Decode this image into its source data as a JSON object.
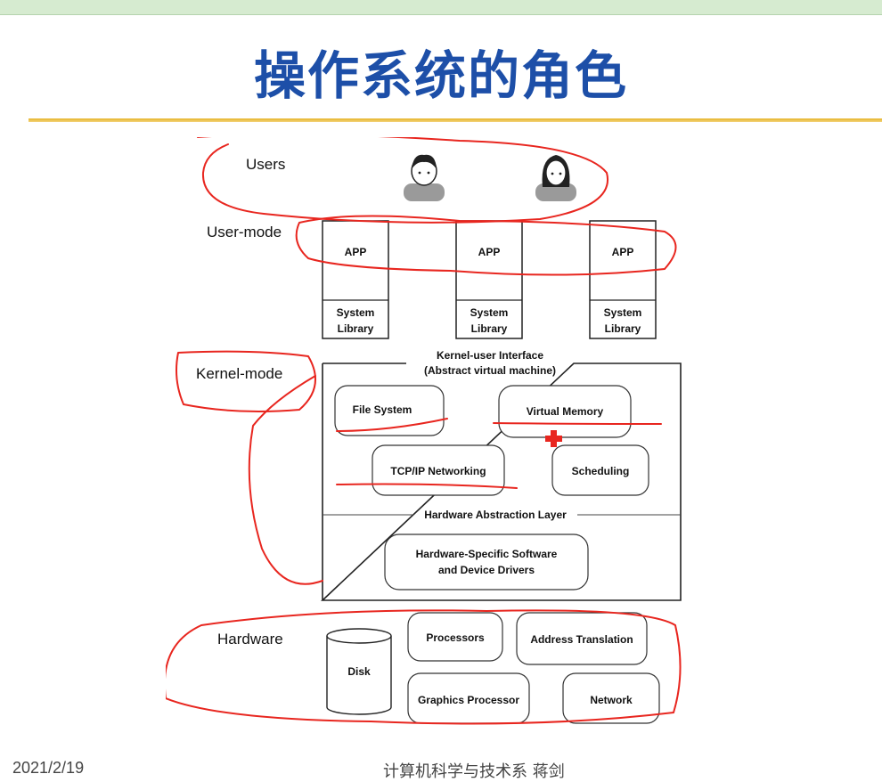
{
  "slide": {
    "title": "操作系统的角色",
    "footer_date": "2021/2/19",
    "footer_dept": "计算机科学与技术系 蒋剑"
  },
  "diagram": {
    "layer_labels": {
      "users": "Users",
      "user_mode": "User-mode",
      "kernel_mode": "Kernel-mode",
      "hardware": "Hardware"
    },
    "apps": [
      {
        "app": "APP",
        "library_line1": "System",
        "library_line2": "Library"
      },
      {
        "app": "APP",
        "library_line1": "System",
        "library_line2": "Library"
      },
      {
        "app": "APP",
        "library_line1": "System",
        "library_line2": "Library"
      }
    ],
    "kernel_interface_line1": "Kernel-user Interface",
    "kernel_interface_line2": "(Abstract virtual machine)",
    "kernel_modules": {
      "file_system": "File System",
      "virtual_memory": "Virtual Memory",
      "tcpip": "TCP/IP Networking",
      "scheduling": "Scheduling"
    },
    "hal_label": "Hardware Abstraction Layer",
    "hw_specific_line1": "Hardware-Specific Software",
    "hw_specific_line2": "and Device Drivers",
    "hardware": {
      "disk": "Disk",
      "processors": "Processors",
      "address_translation": "Address Translation",
      "graphics_processor": "Graphics Processor",
      "network": "Network"
    },
    "annotation_color": "#e8261f"
  }
}
